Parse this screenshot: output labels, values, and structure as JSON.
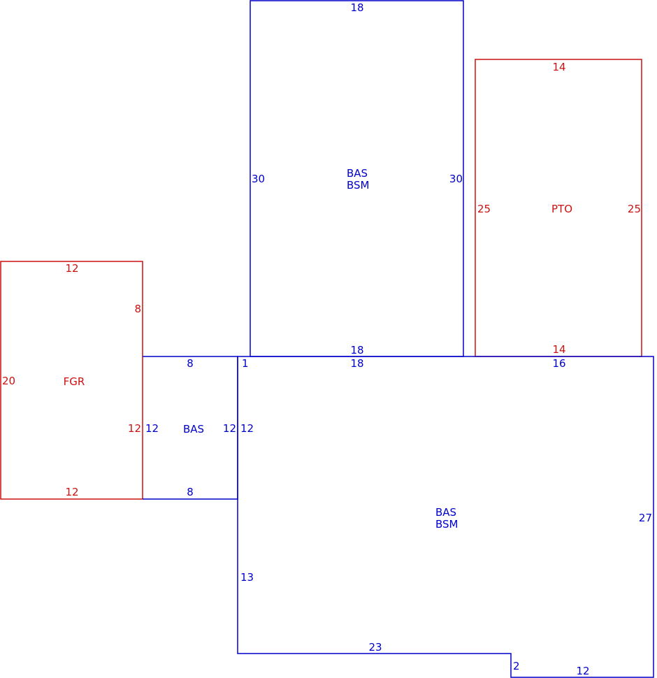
{
  "colors": {
    "bas": "#0000cc",
    "red": "#cc1111"
  },
  "sections": {
    "upper_bas": {
      "name_line1": "BAS",
      "name_line2": "BSM",
      "top": "18",
      "left": "30",
      "right": "30",
      "bottom": "18"
    },
    "pto": {
      "name": "PTO",
      "top": "14",
      "left": "25",
      "right": "25",
      "bottom": "14"
    },
    "fgr": {
      "name": "FGR",
      "top": "12",
      "right_upper": "8",
      "left": "20",
      "right_lower": "12",
      "bottom": "12"
    },
    "small_bas": {
      "name": "BAS",
      "top": "8",
      "left": "12",
      "right": "12",
      "bottom": "8"
    },
    "main_bas": {
      "name_line1": "BAS",
      "name_line2": "BSM",
      "top_left": "1",
      "top_mid": "18",
      "top_right": "16",
      "left_upper": "12",
      "right": "27",
      "left_lower": "13",
      "bottom_mid": "23",
      "step": "2",
      "bottom_right": "12"
    }
  }
}
